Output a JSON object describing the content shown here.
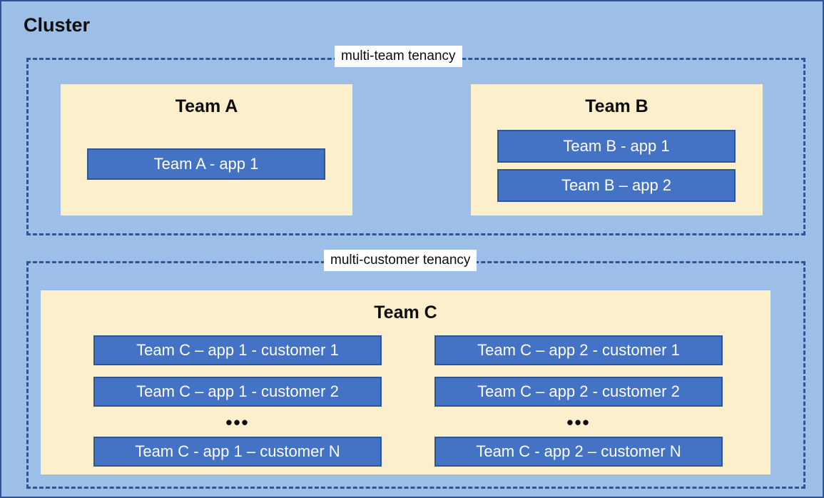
{
  "diagram": {
    "title": "Cluster",
    "background_color": "#9DBEE6",
    "border_color": "#2F5496",
    "zones": [
      {
        "id": "multi-team",
        "label": "multi-team tenancy"
      },
      {
        "id": "multi-customer",
        "label": "multi-customer tenancy"
      }
    ],
    "teams": {
      "team_a": {
        "heading": "Team A",
        "panel_color": "#FCEFCC",
        "apps": [
          {
            "label": "Team A - app 1"
          }
        ]
      },
      "team_b": {
        "heading": "Team B",
        "panel_color": "#FCEFCC",
        "apps": [
          {
            "label": "Team B - app 1"
          },
          {
            "label": "Team B – app 2"
          }
        ]
      },
      "team_c": {
        "heading": "Team C",
        "panel_color": "#FCEFCC",
        "ellipsis": "•••",
        "columns": [
          {
            "id": "app-1",
            "apps": [
              {
                "label": "Team C – app 1 - customer 1"
              },
              {
                "label": "Team C – app 1 - customer 2"
              },
              {
                "label": "Team C - app 1 – customer N"
              }
            ]
          },
          {
            "id": "app-2",
            "apps": [
              {
                "label": "Team C – app 2 - customer 1"
              },
              {
                "label": "Team C – app 2 - customer 2"
              },
              {
                "label": "Team C - app 2 – customer N"
              }
            ]
          }
        ]
      }
    },
    "colors": {
      "app_box_fill": "#4472C4",
      "app_box_border": "#2F5597",
      "panel_fill": "#FCEFCC",
      "zone_dash": "#2F5597",
      "label_fill": "#FFFFFF",
      "text_dark": "#0D0D0D",
      "text_light": "#FFFFFF"
    }
  }
}
